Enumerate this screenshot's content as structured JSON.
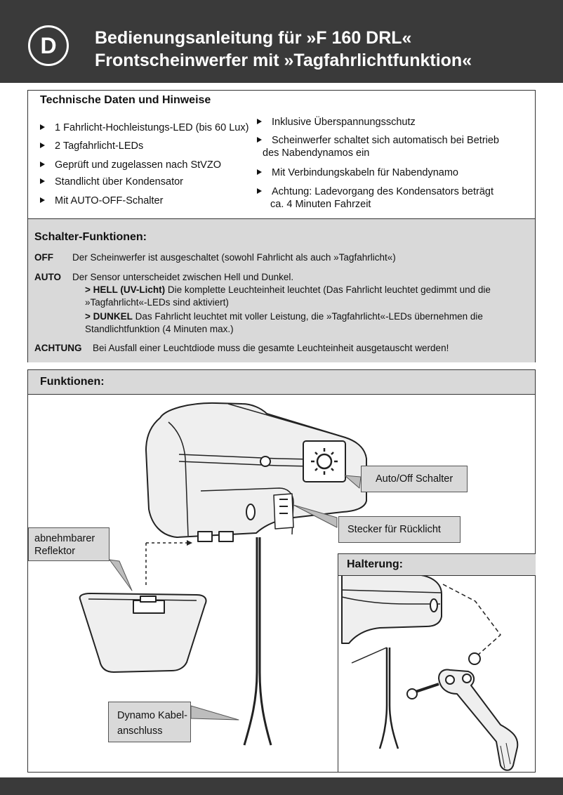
{
  "header": {
    "badge": "D",
    "title_line1": "Bedienungsanleitung für »F 160 DRL«",
    "title_line2": "Frontscheinwerfer mit »Tagfahrlichtfunktion«"
  },
  "tech": {
    "heading": "Technische Daten und Hinweise",
    "left_items": [
      "1 Fahrlicht-Hochleistungs-LED (bis 60 Lux)",
      "2 Tagfahrlicht-LEDs",
      "Geprüft und zugelassen nach StVZO",
      "Standlicht über Kondensator",
      "Mit AUTO-OFF-Schalter"
    ],
    "right_items": [
      {
        "l1": "Inklusive Überspannungsschutz"
      },
      {
        "l1": "Scheinwerfer schaltet sich automatisch bei Betrieb",
        "l2": "des Nabendynamos ein"
      },
      {
        "l1": "Mit Verbindungskabeln für Nabendynamo"
      },
      {
        "l1": "Achtung: Ladevorgang des Kondensators beträgt",
        "l2": "ca. 4 Minuten Fahrzeit"
      }
    ]
  },
  "switch": {
    "heading": "Schalter-Funktionen:",
    "off_label": "OFF",
    "off_text": "Der Scheinwerfer ist ausgeschaltet (sowohl Fahrlicht als auch »Tagfahrlicht«)",
    "auto_label": "AUTO",
    "auto_text": "Der Sensor unterscheidet zwischen Hell und Dunkel.",
    "hell_label": "> HELL (UV-Licht)",
    "hell_text1": " Die komplette Leuchteinheit leuchtet (Das Fahrlicht leuchtet gedimmt und die",
    "hell_text2": "»Tagfahrlicht«-LEDs sind aktiviert)",
    "dunkel_label": "> DUNKEL",
    "dunkel_text1": " Das Fahrlicht leuchtet mit voller Leistung, die »Tagfahrlicht«-LEDs übernehmen die",
    "dunkel_text2": "Standlichtfunktion (4 Minuten max.)",
    "achtung_label": "ACHTUNG",
    "achtung_text": "Bei Ausfall einer Leuchtdiode muss die gesamte Leuchteinheit ausgetauscht werden!"
  },
  "functions": {
    "heading": "Funktionen:",
    "callout_auto_off": "Auto/Off Schalter",
    "callout_stecker": "Stecker für Rücklicht",
    "callout_reflektor_l1": "abnehmbarer",
    "callout_reflektor_l2": "Reflektor",
    "callout_dynamo_l1": "Dynamo Kabel-",
    "callout_dynamo_l2": "anschluss",
    "halterung_heading": "Halterung:"
  },
  "icons": [
    "sun-switch-icon",
    "bullet-arrow-icon"
  ]
}
